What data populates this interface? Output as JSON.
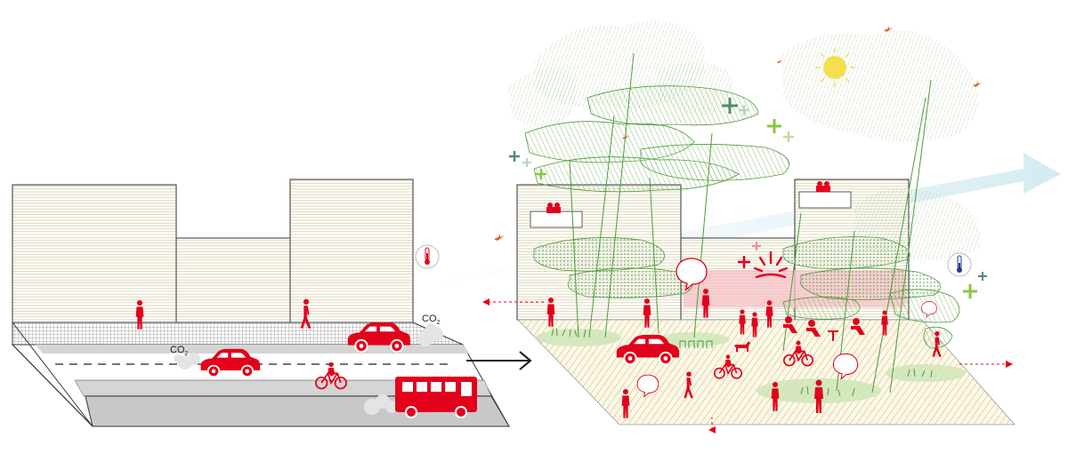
{
  "labels": {
    "co2_top": "CO",
    "co2_top_sub": "2",
    "co2_mid": "CO",
    "co2_mid_sub": "2"
  },
  "colors": {
    "accent_red": "#e3001b",
    "tree_green": "#4e9a3c",
    "light_green": "#8cc63f",
    "building_line": "#c9c28a",
    "road_gray": "#c8c8c8",
    "sun_yellow": "#f4e04d",
    "wind_blue": "#cfe9ef",
    "ground_hatch": "#c9b75a"
  },
  "icons": [
    "thermometer-hot-icon",
    "thermometer-cold-icon",
    "sun-icon",
    "arrow-right-icon",
    "car-icon",
    "bus-icon",
    "bicycle-icon",
    "pedestrian-icon",
    "bird-icon",
    "speech-bubble-icon",
    "plus-icon",
    "exclamation-burst-icon"
  ]
}
